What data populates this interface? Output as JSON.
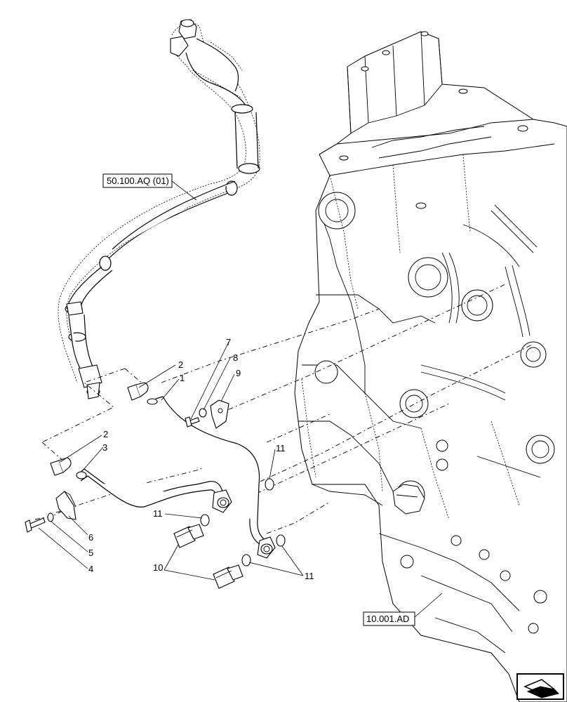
{
  "references": {
    "upper_hose_ref": "50.100.AQ (01)",
    "engine_ref": "10.001.AD"
  },
  "callouts": {
    "c1": "1",
    "c2a": "2",
    "c2b": "2",
    "c3": "3",
    "c4": "4",
    "c5": "5",
    "c6": "6",
    "c7": "7",
    "c8": "8",
    "c9": "9",
    "c10": "10",
    "c11a": "11",
    "c11b": "11",
    "c11c": "11"
  },
  "icons": {
    "nav": "next-page-arrow-icon"
  }
}
